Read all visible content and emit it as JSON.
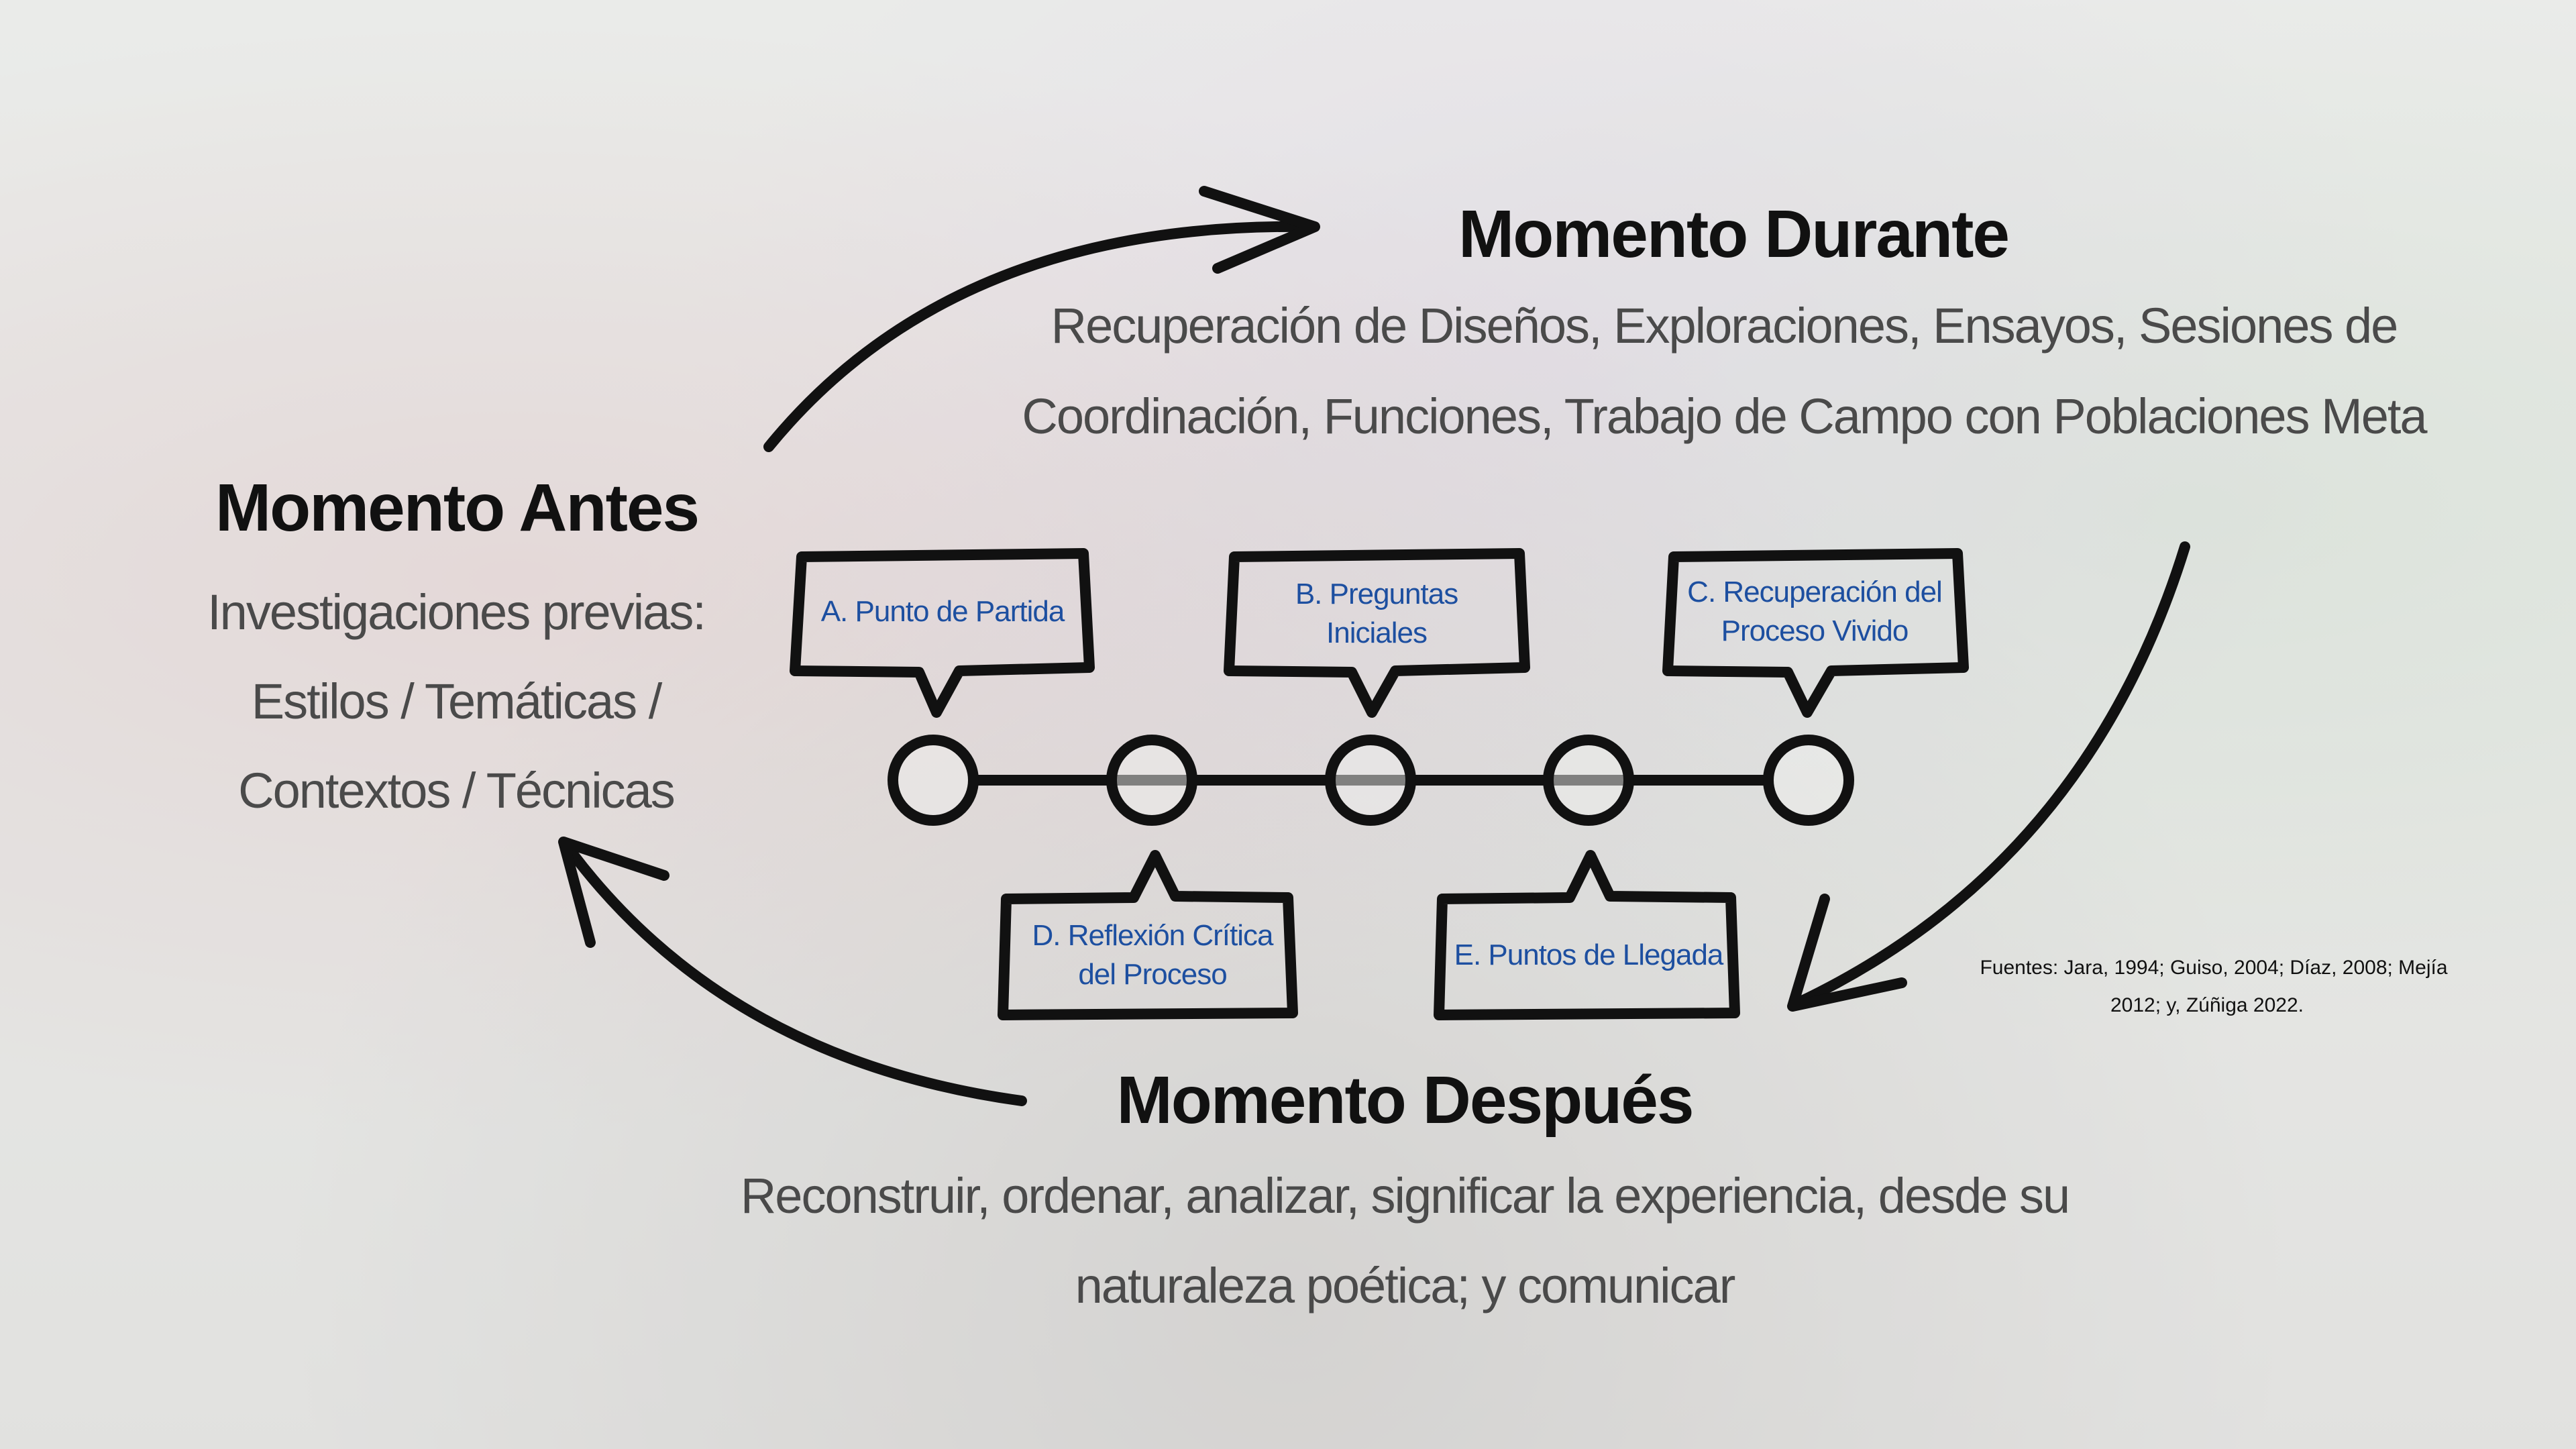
{
  "antes": {
    "title": "Momento Antes",
    "lines": [
      "Investigaciones previas:",
      "Estilos / Temáticas /",
      "Contextos / Técnicas"
    ]
  },
  "durante": {
    "title": "Momento Durante",
    "lines": [
      "Recuperación de Diseños, Exploraciones, Ensayos, Sesiones de",
      "Coordinación, Funciones, Trabajo de Campo con Poblaciones Meta"
    ]
  },
  "despues": {
    "title": "Momento Después",
    "lines": [
      "Reconstruir, ordenar, analizar, significar la experiencia, desde su",
      "naturaleza poética;  y comunicar"
    ]
  },
  "steps": {
    "a": [
      "A. Punto de Partida"
    ],
    "b": [
      "B. Preguntas",
      "Iniciales"
    ],
    "c": [
      "C. Recuperación del",
      "Proceso Vivido"
    ],
    "d": [
      "D. Reflexión Crítica",
      "del Proceso"
    ],
    "e": [
      "E. Puntos de Llegada"
    ]
  },
  "sources": [
    "Fuentes: Jara, 1994; Guiso, 2004; Díaz, 2008; Mejía",
    "2012; y,  Zúñiga 2022."
  ],
  "colors": {
    "step_text": "#1d4fa0",
    "stroke": "#111111"
  }
}
